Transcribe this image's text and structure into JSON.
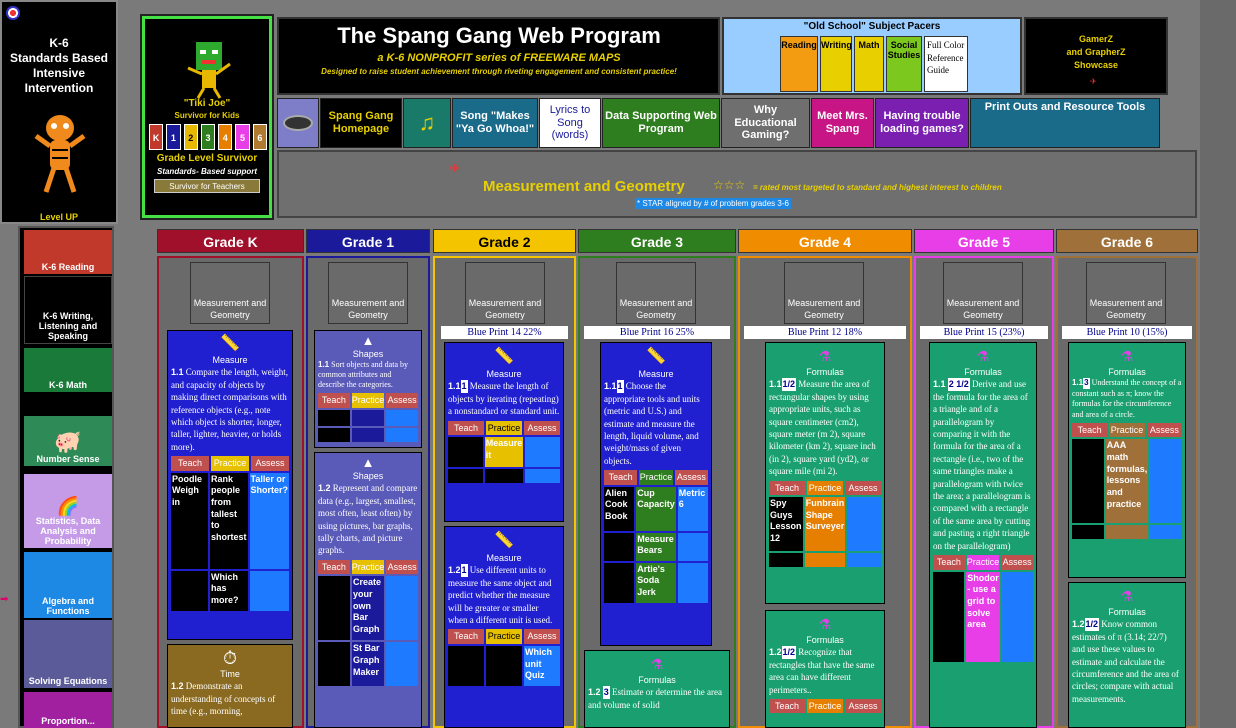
{
  "leftbar": {
    "title_lines": [
      "K-6",
      "Standards Based",
      "Intensive",
      "Intervention"
    ],
    "level_up": "Level UP"
  },
  "sidenav": [
    {
      "label": "K-6 Reading",
      "color": "#c0392b"
    },
    {
      "label": "K-6 Writing, Listening and Speaking",
      "color": "#000000"
    },
    {
      "label": "K-6 Math",
      "color": "#1a7a3a"
    },
    {
      "label": "Number Sense",
      "color": "#2e8b57"
    },
    {
      "label": "Statistics, Data Analysis and Probability",
      "color": "#c59be8"
    },
    {
      "label": "Algebra and Functions",
      "color": "#1e88e5"
    },
    {
      "label": "Solving Equations",
      "color": "#5b5b9a"
    },
    {
      "label": "Proportion...",
      "color": "#a020a0"
    }
  ],
  "tiki": {
    "name": "\"Tiki Joe\"",
    "subtitle": "Survivor for Kids",
    "grades": [
      "K",
      "1",
      "2",
      "3",
      "4",
      "5",
      "6"
    ],
    "grade_colors": [
      "#c0392b",
      "#1a1a9a",
      "#e8b800",
      "#2e7d1e",
      "#e67e00",
      "#e83ee8",
      "#b07a30"
    ],
    "gls": "Grade Level Survivor",
    "gls_sub": "Standards- Based support",
    "teachers": "Survivor for Teachers"
  },
  "banner": {
    "title": "The Spang Gang Web Program",
    "subtitle": "a K-6 NONPROFIT series of FREEWARE MAPS",
    "tagline": "Designed to raise student achievement through riveting engagement and consistent practice!"
  },
  "pacers": {
    "title": "\"Old School\" Subject Pacers",
    "items": [
      "Reading",
      "Writing",
      "Math",
      "Social Studies"
    ],
    "colors": [
      "#f39c12",
      "#e8d000",
      "#e8d000",
      "#7cc81e"
    ],
    "full": "Full Color Reference Guide"
  },
  "gamerz": {
    "line1": "GamerZ",
    "line2": "and GrapherZ",
    "line3": "Showcase"
  },
  "topnav": [
    {
      "label": "",
      "color": "#7e7ec8"
    },
    {
      "label": "Spang Gang Homepage",
      "color": "#000000"
    },
    {
      "label": "",
      "color": "#1a7a6a"
    },
    {
      "label": "Song \"Makes \"Ya Go Whoa!\"",
      "color": "#1a6a8a"
    },
    {
      "label": "Lyrics to Song (words)",
      "color": "#ffffff"
    },
    {
      "label": "Data Supporting Web Program",
      "color": "#2e7d1e"
    },
    {
      "label": "Why Educational Gaming?",
      "color": "#6f6f6f"
    },
    {
      "label": "Meet Mrs. Spang",
      "color": "#c71585"
    },
    {
      "label": "Having trouble loading games?",
      "color": "#7a1fb0"
    },
    {
      "label": "Print Outs and Resource Tools",
      "color": "#1a6a8a"
    }
  ],
  "strand": {
    "title": "Measurement and Geometry",
    "stars": "☆☆☆",
    "star_note": "= rated most targeted to standard and highest interest to children",
    "aligned": "* STAR aligned by # of problem grades 3-6"
  },
  "grades": [
    {
      "label": "Grade K",
      "color": "#a0102a"
    },
    {
      "label": "Grade 1",
      "color": "#1a1a9a"
    },
    {
      "label": "Grade 2",
      "color": "#f5c400"
    },
    {
      "label": "Grade 3",
      "color": "#2e7d1e"
    },
    {
      "label": "Grade 4",
      "color": "#f08c00"
    },
    {
      "label": "Grade 5",
      "color": "#e83ee8"
    },
    {
      "label": "Grade 6",
      "color": "#a0703a"
    }
  ],
  "mg_label": "Measurement and Geometry",
  "blueprints": [
    "Blue Print 14 22%",
    "Blue Print 16 25%",
    "Blue Print 12 18%",
    "Blue Print 15 (23%)",
    "Blue Print 10 (15%)"
  ],
  "tpa": {
    "teach": "Teach",
    "practice": "Practice",
    "assess": "Assess"
  },
  "cards": {
    "k_measure": {
      "title": "Measure",
      "num": "1.1",
      "text": "Compare the length, weight, and capacity of objects by making direct comparisons with reference objects (e.g., note which object is shorter, longer, taller, lighter, heavier, or holds more).",
      "c1": "Poodle Weigh in",
      "c2a": "Rank people from tallest to shortest",
      "c2b": "Which has more?",
      "c3": "Taller or Shorter?"
    },
    "k_time": {
      "title": "Time",
      "num": "1.2",
      "text": "Demonstrate an understanding of concepts of time (e.g., morning,"
    },
    "g1_shapes1": {
      "title": "Shapes",
      "num": "1.1",
      "text": "Sort objects and data by common attributes and describe the categories."
    },
    "g1_shapes2": {
      "title": "Shapes",
      "num": "1.2",
      "text": "Represent and compare data (e.g., largest, smallest, most often, least often) by using pictures, bar graphs, tally charts, and picture graphs.",
      "p1": "Create your own Bar Graph",
      "p2": "St Bar Graph Maker"
    },
    "g2_measure1": {
      "title": "Measure",
      "num": "1.1",
      "sq": "1",
      "text": "Measure the length of objects by iterating (repeating) a nonstandard or standard unit.",
      "p1": "Measure it"
    },
    "g2_measure2": {
      "title": "Measure",
      "num": "1.2",
      "sq": "1",
      "text": "Use different units to measure the same object and predict whether the measure will be greater or smaller when a different unit is used.",
      "a1": "Which unit Quiz"
    },
    "g3_measure": {
      "title": "Measure",
      "num": "1.1",
      "sq": "1",
      "text": "Choose the appropriate tools and units (metric and U.S.) and estimate and measure the length, liquid volume, and weight/mass of given objects.",
      "t1": "Alien Cook Book",
      "p1": "Cup Capacity",
      "p2": "Measure Bears",
      "p3": "Artie's Soda Jerk",
      "a1": "Metric 6"
    },
    "g3_formulas": {
      "title": "Formulas",
      "num": "1.2",
      "sq": "3",
      "text": "Estimate or determine the area and volume of solid"
    },
    "g4_formulas1": {
      "title": "Formulas",
      "num": "1.1",
      "sq": "1/2",
      "text": "Measure the area of rectangular shapes by using appropriate units, such as square centimeter (cm2), square meter (m 2), square kilometer (km 2), square inch (in 2), square yard (yd2), or square mile (mi 2).",
      "t1": "Spy Guys Lesson 12",
      "p1": "Funbrain Shape Surveyer"
    },
    "g4_formulas2": {
      "title": "Formulas",
      "num": "1.2",
      "sq": "1/2",
      "text": "Recognize that rectangles that have the same area can have different perimeters.."
    },
    "g5_formulas": {
      "title": "Formulas",
      "num": "1.1",
      "sq": "2 1/2",
      "text": "Derive and use the formula for the area of a triangle and of a parallelogram by comparing it with the formula for the area of a rectangle (i.e., two of the same triangles make a parallelogram with twice the area; a parallelogram is compared with a rectangle of the same area by cutting and pasting a right triangle on the parallelogram)",
      "p1": "Shodor - use a grid to solve area"
    },
    "g6_formulas1": {
      "title": "Formulas",
      "num": "1.1",
      "sq": "3",
      "text": "Understand the concept of a constant such as π; know the formulas for the circumference and area of a circle.",
      "p1": "AAA math formulas, lessons and practice"
    },
    "g6_formulas2": {
      "title": "Formulas",
      "num": "1.2",
      "sq": "1/2",
      "text": "Know common estimates of π (3.14; 22/7) and use these values to estimate and calculate the circumference and the area of circles; compare with actual measurements."
    }
  }
}
